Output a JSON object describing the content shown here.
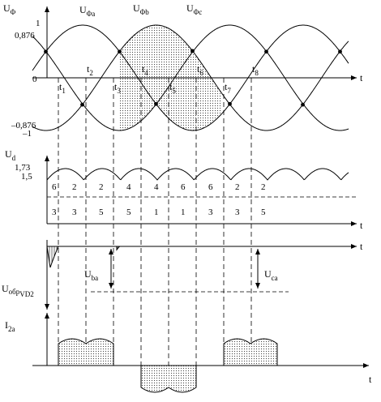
{
  "labels": {
    "u_phi": "U",
    "u_phi_sub": "Φ",
    "u_phi_a": "U",
    "u_phi_a_sub": "Φa",
    "u_phi_b": "U",
    "u_phi_b_sub": "Φb",
    "u_phi_c": "U",
    "u_phi_c_sub": "Φc",
    "u_d": "U",
    "u_d_sub": "d",
    "u_ba": "U",
    "u_ba_sub": "ba",
    "u_ca": "U",
    "u_ca_sub": "ca",
    "u_obr": "U",
    "u_obr_sub": "обр",
    "u_obr_sub2": "VD2",
    "i2a": "I",
    "i2a_sub": "2a",
    "t": "t"
  },
  "ticks_top": {
    "one": "1",
    "p0876": "0,876",
    "zero": "0",
    "m0876": "–0,876",
    "m1": "–1"
  },
  "ticks_ud": {
    "v173": "1,73",
    "v15": "1,5"
  },
  "time_marks": [
    "t",
    "t",
    "t",
    "t",
    "t",
    "t",
    "t",
    "t"
  ],
  "time_subs": [
    "1",
    "2",
    "3",
    "4",
    "5",
    "6",
    "7",
    "8"
  ],
  "diode_top": [
    "6",
    "2",
    "2",
    "4",
    "4",
    "6",
    "6",
    "2",
    "2"
  ],
  "diode_bottom": [
    "3",
    "3",
    "5",
    "5",
    "1",
    "1",
    "3",
    "3",
    "5"
  ]
}
